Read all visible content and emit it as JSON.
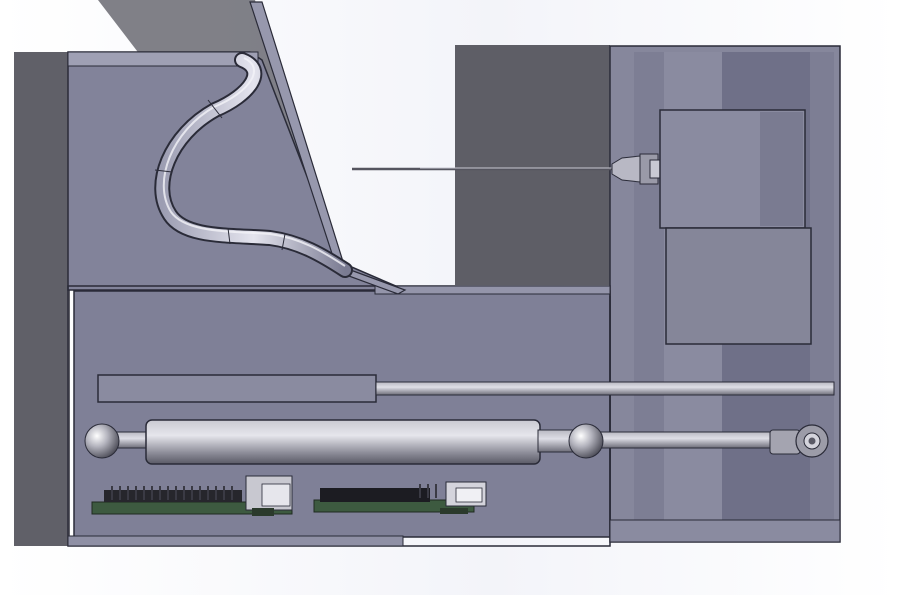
{
  "scene": {
    "components": [
      "housing-enclosure",
      "curved-guide-bracket",
      "pivot-arm",
      "needle-probe",
      "probe-block",
      "linear-rod",
      "gas-spring",
      "circuit-board-left",
      "circuit-board-right"
    ]
  },
  "colors": {
    "background": "#ffffff",
    "housing": "#7f8097",
    "housing_light": "#8c8da3",
    "housing_dark": "#5f6077",
    "edge": "#2a2b38",
    "shadow": "#5d5d66",
    "steel_light": "#d6d6de",
    "steel_mid": "#9a9aa6",
    "steel_dark": "#55555f",
    "pcb_green": "#3d5a40",
    "chip_black": "#1c1c22"
  }
}
